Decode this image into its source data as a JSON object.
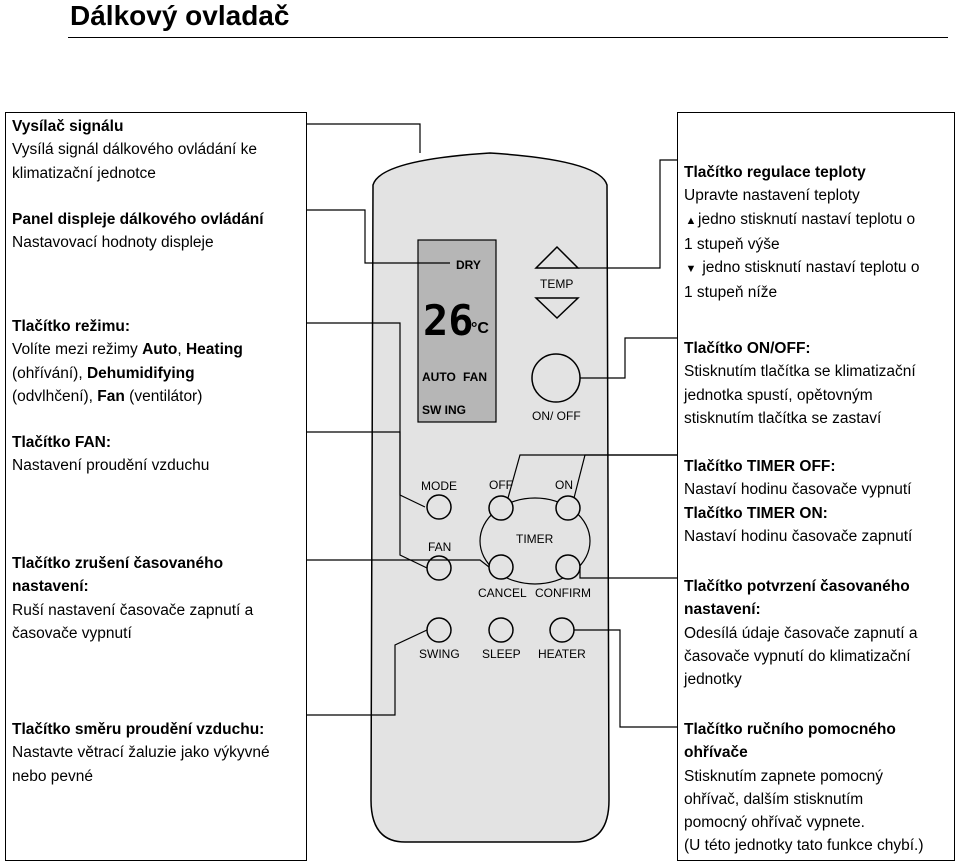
{
  "title": "Dálkový ovladač",
  "left_labels": [
    {
      "heading": "Vysílač signálu",
      "lines": [
        "Vysílá signál dálkového ovládání ke",
        "klimatizační jednotce"
      ]
    },
    {
      "heading": "Panel displeje dálkového ovládání",
      "lines": [
        "Nastavovací hodnoty displeje"
      ]
    },
    {
      "heading": "Tlačítko režimu:",
      "mode_intro": "Volíte mezi režimy ",
      "mode_auto": "Auto",
      "mode_sep1": ", ",
      "mode_heating": "Heating",
      "mode_line2_a": "(ohřívání), ",
      "mode_dehum": "Dehumidifying",
      "mode_line3_a": "(odvlhčení), ",
      "mode_fan": "Fan",
      "mode_line3_b": " (ventilátor)"
    },
    {
      "heading": "Tlačítko FAN:",
      "lines": [
        "Nastavení proudění vzduchu"
      ]
    },
    {
      "heading_lines": [
        "Tlačítko zrušení časovaného",
        "nastavení:"
      ],
      "lines": [
        "Ruší nastavení časovače zapnutí a",
        "časovače vypnutí"
      ]
    },
    {
      "heading": "Tlačítko směru proudění vzduchu:",
      "lines": [
        "Nastavte větrací žaluzie jako výkyvné",
        "nebo pevné"
      ]
    }
  ],
  "right_labels": [
    {
      "heading": "Tlačítko regulace teploty",
      "line1": "Upravte nastavení teploty",
      "up_text": "jedno stisknutí nastaví teplotu o",
      "up_text2": "1 stupeň výše",
      "down_text": "jedno stisknutí nastaví teplotu o",
      "down_text2": "1 stupeň níže"
    },
    {
      "heading": "Tlačítko ON/OFF:",
      "lines": [
        "Stisknutím tlačítka se klimatizační",
        "jednotka spustí, opětovným",
        "stisknutím tlačítka se zastaví"
      ]
    },
    {
      "heading": "Tlačítko TIMER OFF:",
      "lines": [
        "Nastaví hodinu časovače vypnutí"
      ],
      "heading2": "Tlačítko TIMER ON:",
      "lines2": [
        "Nastaví hodinu časovače zapnutí"
      ]
    },
    {
      "heading_lines": [
        "Tlačítko potvrzení časovaného",
        "nastavení:"
      ],
      "lines": [
        "Odesílá údaje časovače zapnutí a",
        "časovače vypnutí do klimatizační",
        "jednotky"
      ]
    },
    {
      "heading_lines": [
        "Tlačítko ručního pomocného",
        "ohřívače"
      ],
      "lines": [
        "Stisknutím zapnete pomocný",
        "ohřívač, dalším stisknutím",
        "pomocný ohřívač vypnete.",
        "(U této jednotky tato funkce chybí.)"
      ]
    }
  ],
  "remote": {
    "display": {
      "dry": "DRY",
      "temperature": "26",
      "unit": "°C",
      "auto": "AUTO",
      "fan": "FAN",
      "swing": "SW ING"
    },
    "buttons": {
      "temp": "TEMP",
      "on_off": "ON/ OFF",
      "mode": "MODE",
      "off": "OFF",
      "on": "ON",
      "fan": "FAN",
      "timer": "TIMER",
      "cancel": "CANCEL",
      "confirm": "CONFIRM",
      "swing": "SWING",
      "sleep": "SLEEP",
      "heater": "HEATER"
    }
  },
  "icons": {
    "up": "triangle-up-icon",
    "down": "triangle-down-icon"
  }
}
